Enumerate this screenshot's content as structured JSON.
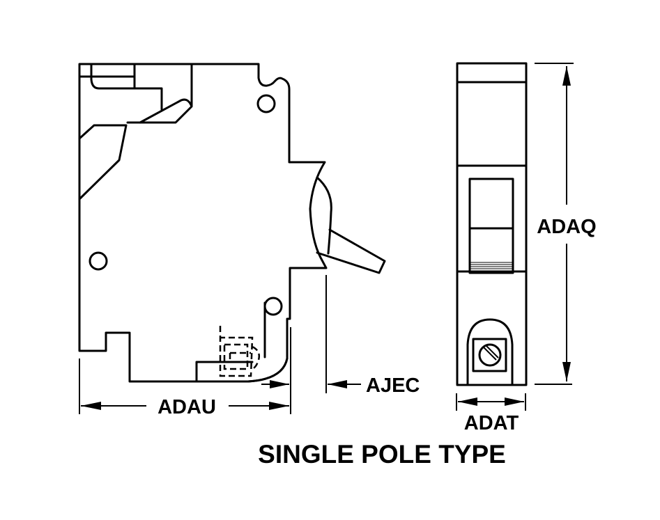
{
  "title": "SINGLE POLE TYPE",
  "dimensions": {
    "width_side": "ADAU",
    "handle_projection": "AJEC",
    "height": "ADAQ",
    "width_front": "ADAT"
  }
}
